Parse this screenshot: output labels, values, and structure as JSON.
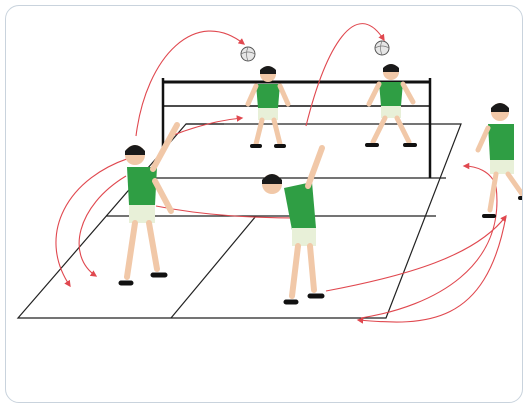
{
  "scene": {
    "subject": "volleyball-drill-illustration",
    "colors": {
      "frame_border": "#c9d3dd",
      "court_line": "#222222",
      "net": "#111111",
      "trajectory": "#e0484f",
      "shirt": "#2f9e44",
      "shirt_shadow": "#1f7a33",
      "shorts": "#e8f0d8",
      "skin": "#f1c8a8",
      "hair": "#1a1a1a",
      "ball": "#e6e6e6"
    },
    "player_count": 5,
    "ball_count": 2,
    "icons": [
      "volleyball-icon",
      "player-figure",
      "trajectory-arrow"
    ]
  }
}
